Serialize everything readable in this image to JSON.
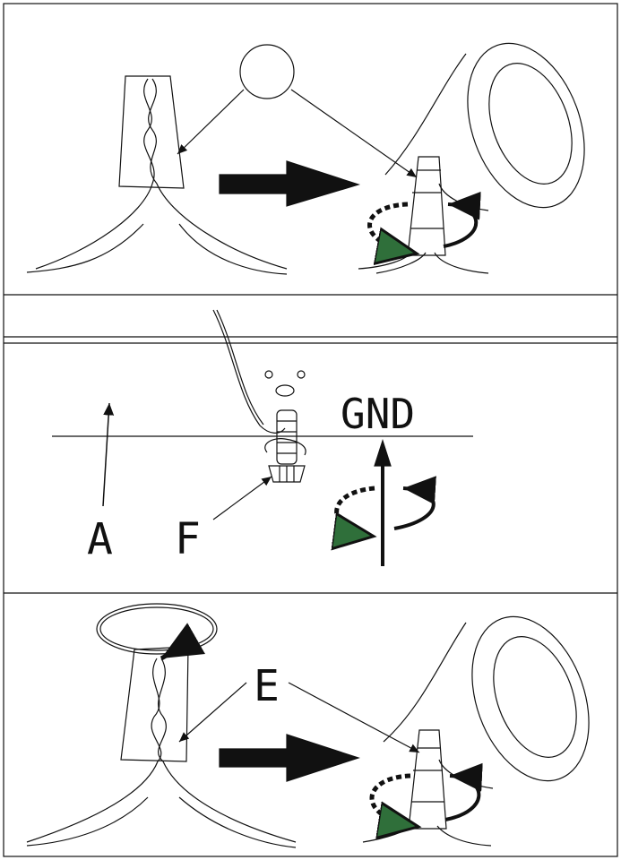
{
  "labels": {
    "gnd": "GND",
    "a": "A",
    "f": "F",
    "e": "E"
  },
  "colors": {
    "line": "#111111",
    "arrow_accent": "#2f6f3a",
    "background": "#ffffff"
  },
  "icons": {
    "forward_arrow": "thick-right-arrow-icon",
    "rotate": "rotate-arrows-icon",
    "up_arrow": "up-arrow-icon"
  }
}
